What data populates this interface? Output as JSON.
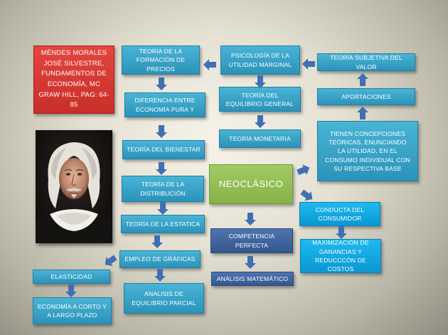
{
  "boxes": {
    "reference": "MÉNDES MORALES JOSÉ SILVESTRE, FUNDAMENTOS DE ECONOMÍA, MC GRAW HILL, PAG: 64-85",
    "formacion_precios": "TEORÍA DE LA FORMACIÓN DE PRECIOS",
    "psicologia_utilidad": "PSICOLOGÍA DE LA UTILIDAD MARGINAL",
    "teoria_subjetiva": "TEORÍA SUBJETIVA DEL VALOR",
    "diferencia_economia": "DIFERENCIA ENTRE ECONOMÍA PURA Y",
    "equilibrio_general": "TEORÍA DEL EQUILIBRIO GENERAL",
    "aportaciones": "APORTACIONES",
    "teoria_monetaria": "TEORÍA MONETARIA",
    "concepciones": "TIENEN CONCEPCIONES TEÓRICAS, ENUNCIANDO LA UTILIDAD, EN EL CONSUMO INDIVIDUAL CON SU RESPECTIVA BASE",
    "teoria_bienestar": "TEORÍA DEL BIENESTAR",
    "neoclasico": "NEOCLÁSICO",
    "teoria_distribucion": "TEORÍA DE LA DISTRIBUCIÓN",
    "conducta_consumidor": "CONDUCTA DEL CONSUMIDOR",
    "teoria_estatica": "TEORÍA DE LA ESTATICA",
    "competencia_perfecta": "COMPETENCIA PERFECTA",
    "maximizacion": "MAXIMIZACIÓN DE GANANCIAS Y REDUCCCÓN DE COSTOS",
    "empleo_graficas": "EMPLEO DE GRÁFICAS",
    "elasticidad": "ELASTICIDAD",
    "analisis_matematico": "ANÁLISIS MATEMÁTICO",
    "analisis_equilibrio": "ANALISIS DE EQUILIBRIO PARCIAL",
    "economia_plazo": "ECONOMÍA A CORTO Y A LARGO PLAZO"
  },
  "colors": {
    "teal": "#3aa6cc",
    "cyan": "#12aae2",
    "navy": "#3f64a0",
    "red": "#d63a35",
    "green": "#94be56",
    "arrow": "#3f6fb4"
  },
  "icons": {
    "arrow": "block-arrow-icon",
    "portrait": "thomas-hobbes-portrait"
  }
}
